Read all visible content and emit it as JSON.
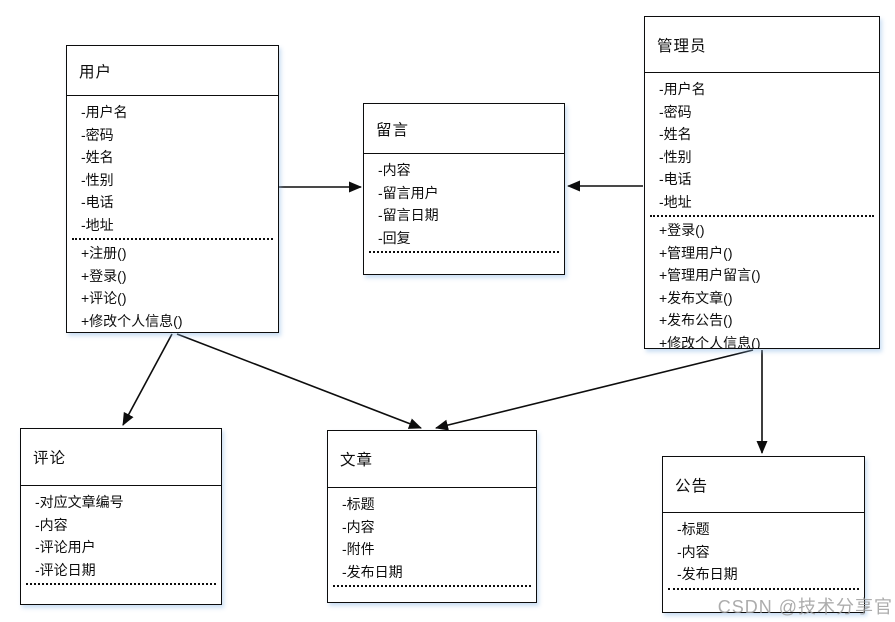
{
  "diagram": {
    "classes": [
      {
        "id": "user",
        "title": "用户",
        "attributes": [
          "-用户名",
          "-密码",
          "-姓名",
          "-性别",
          "-电话",
          "-地址"
        ],
        "methods": [
          "+注册()",
          "+登录()",
          "+评论()",
          "+修改个人信息()"
        ]
      },
      {
        "id": "admin",
        "title": "管理员",
        "attributes": [
          "-用户名",
          "-密码",
          "-姓名",
          "-性别",
          "-电话",
          "-地址"
        ],
        "methods": [
          "+登录()",
          "+管理用户()",
          "+管理用户留言()",
          "+发布文章()",
          "+发布公告()",
          "+修改个人信息()"
        ]
      },
      {
        "id": "message",
        "title": "留言",
        "attributes": [
          "-内容",
          "-留言用户",
          "-留言日期",
          "-回复"
        ],
        "methods": []
      },
      {
        "id": "comment",
        "title": "评论",
        "attributes": [
          "-对应文章编号",
          "-内容",
          "-评论用户",
          "-评论日期"
        ],
        "methods": []
      },
      {
        "id": "article",
        "title": "文章",
        "attributes": [
          "-标题",
          "-内容",
          "-附件",
          "-发布日期"
        ],
        "methods": []
      },
      {
        "id": "announcement",
        "title": "公告",
        "attributes": [
          "-标题",
          "-内容",
          "-发布日期"
        ],
        "methods": []
      }
    ],
    "relations": [
      {
        "from": "用户",
        "to": "留言"
      },
      {
        "from": "管理员",
        "to": "留言"
      },
      {
        "from": "用户",
        "to": "评论"
      },
      {
        "from": "用户",
        "to": "文章"
      },
      {
        "from": "管理员",
        "to": "文章"
      },
      {
        "from": "管理员",
        "to": "公告"
      }
    ]
  },
  "watermark": "CSDN @技术分享官",
  "colors": {
    "line": "#0d0d0d",
    "box_border": "#0d0d0d",
    "box_fill": "#ffffff",
    "watermark": "#9e9e9e"
  }
}
